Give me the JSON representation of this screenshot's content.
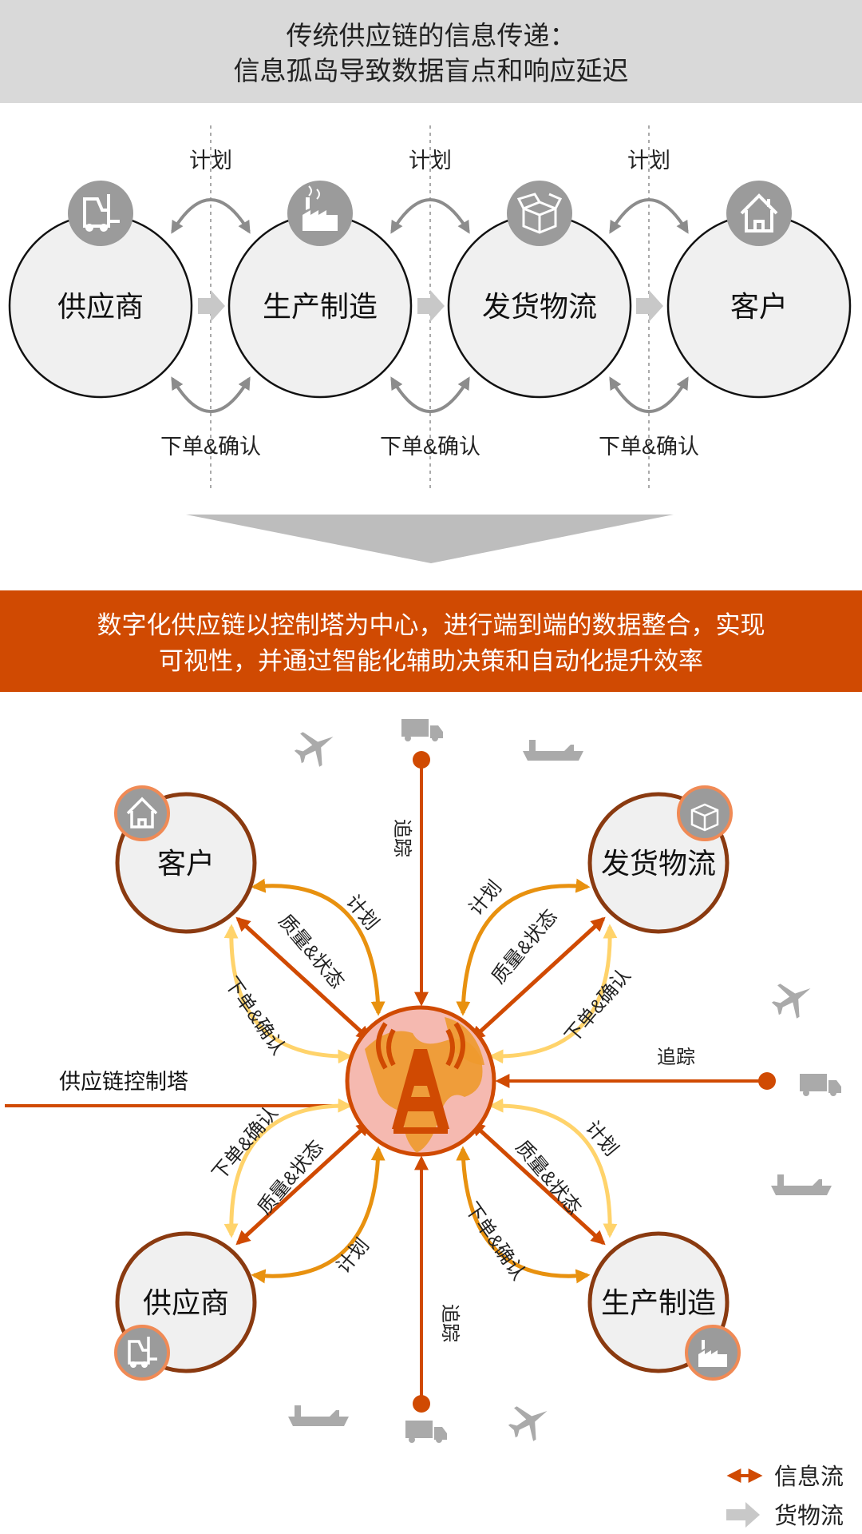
{
  "header": {
    "line1": "传统供应链的信息传递：",
    "line2": "信息孤岛导致数据盲点和响应延迟"
  },
  "traditional": {
    "nodes": [
      "供应商",
      "生产制造",
      "发货物流",
      "客户"
    ],
    "plan_labels": [
      "计划",
      "计划",
      "计划"
    ],
    "order_labels": [
      "下单&确认",
      "下单&确认",
      "下单&确认"
    ]
  },
  "banner": {
    "line1": "数字化供应链以控制塔为中心，进行端到端的数据整合，实现",
    "line2": "可视性，并通过智能化辅助决策和自动化提升效率"
  },
  "digital": {
    "hub_label": "供应链控制塔",
    "nodes": {
      "customer": "客户",
      "logistics": "发货物流",
      "supplier": "供应商",
      "manufacturing": "生产制造"
    },
    "flows": {
      "plan": "计划",
      "quality": "质量&状态",
      "order": "下单&确认",
      "track": "追踪"
    }
  },
  "legend": {
    "info_flow": "信息流",
    "goods_flow": "货物流"
  },
  "colors": {
    "accent": "#D04A02",
    "orange": "#E8910F",
    "yellow": "#FFD36B",
    "node_stroke": "#8A3A10",
    "gray": "#A0A0A0"
  }
}
